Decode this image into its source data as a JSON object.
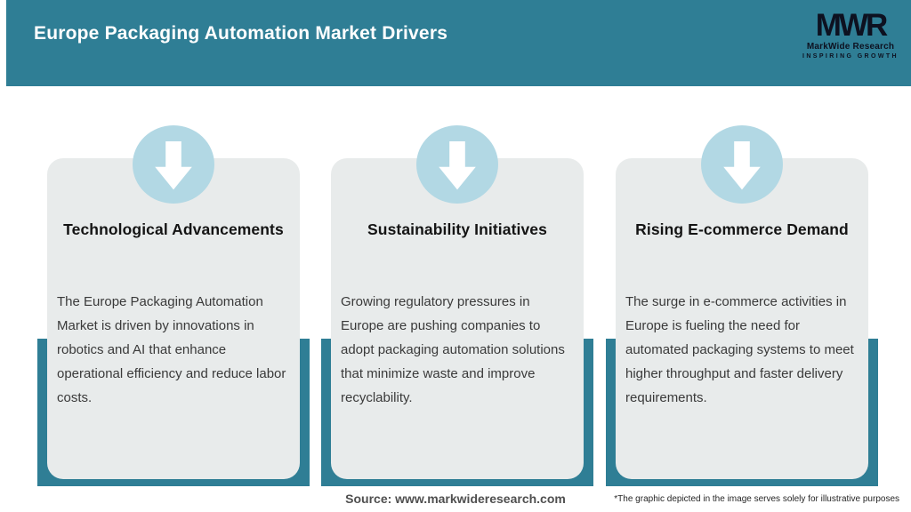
{
  "colors": {
    "accent_teal": "#2F7E95",
    "circle_blue": "#B2D8E4",
    "card_gray": "#E8EBEB",
    "title_text": "#141414",
    "body_text": "#3a3a3a"
  },
  "header": {
    "title": "Europe Packaging Automation Market Drivers",
    "logo": {
      "mark": "MWR",
      "name": "MarkWide Research",
      "tagline": "INSPIRING GROWTH"
    }
  },
  "cards": [
    {
      "title": "Technological Advancements",
      "body": "The Europe Packaging Automation Market is driven by innovations in robotics and AI that enhance operational efficiency and reduce labor costs.",
      "icon": "down-arrow"
    },
    {
      "title": "Sustainability Initiatives",
      "body": "Growing regulatory pressures in Europe are pushing companies to adopt packaging automation solutions that minimize waste and improve recyclability.",
      "icon": "down-arrow"
    },
    {
      "title": "Rising E-commerce Demand",
      "body": "The surge in e-commerce activities in Europe is fueling the need for automated packaging systems to meet higher throughput and faster delivery requirements.",
      "icon": "down-arrow"
    }
  ],
  "footer": {
    "source": "Source: www.markwideresearch.com",
    "disclaimer": "*The graphic depicted in the image serves solely for illustrative purposes"
  }
}
